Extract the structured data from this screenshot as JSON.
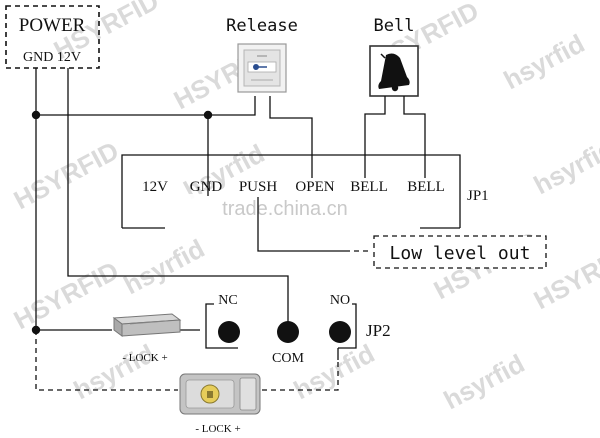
{
  "power": {
    "title": "POWER",
    "terminals": "GND 12V"
  },
  "release": {
    "label": "Release"
  },
  "bell": {
    "label": "Bell"
  },
  "terminal_block": {
    "pins": [
      "12V",
      "GND",
      "PUSH",
      "OPEN",
      "BELL",
      "BELL"
    ],
    "name": "JP1"
  },
  "low_level_out": {
    "label": "Low level out"
  },
  "jp2": {
    "name": "JP2",
    "nc": "NC",
    "com": "COM",
    "no": "NO"
  },
  "lock_magnetic": {
    "label": "- LOCK +"
  },
  "lock_electric": {
    "label": "- LOCK +"
  },
  "watermarks": {
    "brand": "HSYRFID",
    "brand_lower": "hsyrfid",
    "site": "trade.china.cn"
  },
  "colors": {
    "line": "#111111",
    "watermark": "#d9d9d9",
    "background": "#ffffff"
  }
}
